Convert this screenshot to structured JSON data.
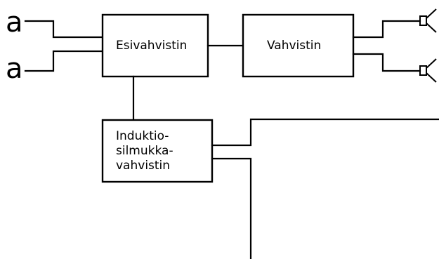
{
  "diagram": {
    "inputs": [
      {
        "symbol": "a"
      },
      {
        "symbol": "a"
      }
    ],
    "boxes": {
      "preamp": {
        "lines": [
          "Esivahvistin"
        ]
      },
      "amp": {
        "lines": [
          "Vahvistin"
        ]
      },
      "loop_amp": {
        "lines": [
          "Induktio-",
          "silmukka-",
          "vahvistin"
        ]
      }
    },
    "outputs": [
      {
        "icon": "speaker-icon"
      },
      {
        "icon": "speaker-icon"
      }
    ],
    "colors": {
      "line": "#000000",
      "background": "#ffffff"
    }
  }
}
